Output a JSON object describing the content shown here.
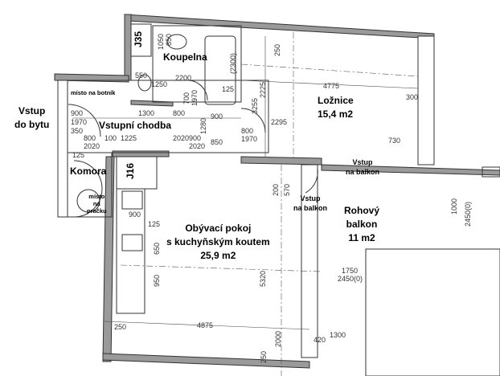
{
  "rooms": {
    "bathroom": "Koupelna",
    "entrance": [
      "Vstup",
      "do bytu"
    ],
    "shoe_place": "místo na botník",
    "hallway": "Vstupní chodba",
    "storage": "Komora",
    "washer_place": [
      "místo",
      "na",
      "pračku"
    ],
    "bedroom": [
      "Ložnice",
      "15,4 m2"
    ],
    "bedroom_balcony_entry": [
      "Vstup",
      "na balkon"
    ],
    "living_balcony_entry": [
      "Vstup",
      "na balkon"
    ],
    "balcony": [
      "Rohový",
      "balkon",
      "11 m2"
    ],
    "living": [
      "Obývací pokoj",
      "s kuchyňským koutem",
      "25,9 m2"
    ]
  },
  "shafts": [
    "J35",
    "J16"
  ],
  "dimensions": [
    "1300",
    "800",
    "2020",
    "900",
    "1970",
    "800",
    "2020",
    "1225",
    "100",
    "900",
    "2020",
    "350",
    "125",
    "1280",
    "900",
    "850",
    "800",
    "1970",
    "2200",
    "550",
    "1250",
    "700",
    "1970",
    "125",
    "(2300)",
    "250",
    "2225",
    "3255",
    "4775",
    "300",
    "2295",
    "730",
    "200",
    "570",
    "900",
    "125",
    "650",
    "950",
    "5320",
    "250",
    "4875",
    "2000",
    "1750",
    "2450(0)",
    "1300",
    "420",
    "1000",
    "2450(0)",
    "250",
    "1050",
    "850"
  ]
}
